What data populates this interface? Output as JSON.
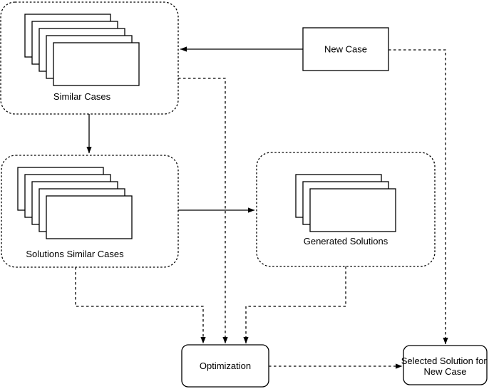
{
  "colors": {
    "background": "#ffffff",
    "stroke": "#000000",
    "fill": "#ffffff",
    "text": "#000000"
  },
  "nodes": {
    "similar_cases": {
      "label": "Similar Cases",
      "shape": "card-stack",
      "card_count": 5
    },
    "new_case": {
      "label": "New Case",
      "shape": "rectangle"
    },
    "solutions_similar_cases": {
      "label": "Solutions Similar Cases",
      "shape": "card-stack",
      "card_count": 5
    },
    "generated_solutions": {
      "label": "Generated Solutions",
      "shape": "card-stack",
      "card_count": 3
    },
    "optimization": {
      "label": "Optimization",
      "shape": "rounded-rectangle"
    },
    "selected_solution": {
      "label_line1": "Selected Solution for",
      "label_line2": "New Case",
      "shape": "rounded-rectangle"
    }
  },
  "edges": [
    {
      "from": "new_case",
      "to": "similar_cases",
      "style": "solid"
    },
    {
      "from": "similar_cases",
      "to": "solutions_similar_cases",
      "style": "solid"
    },
    {
      "from": "solutions_similar_cases",
      "to": "generated_solutions",
      "style": "solid"
    },
    {
      "from": "new_case",
      "to": "selected_solution",
      "style": "dashed"
    },
    {
      "from": "similar_cases",
      "to": "optimization",
      "style": "dashed"
    },
    {
      "from": "solutions_similar_cases",
      "to": "optimization",
      "style": "dashed"
    },
    {
      "from": "generated_solutions",
      "to": "optimization",
      "style": "dashed"
    },
    {
      "from": "optimization",
      "to": "selected_solution",
      "style": "dashed"
    }
  ]
}
